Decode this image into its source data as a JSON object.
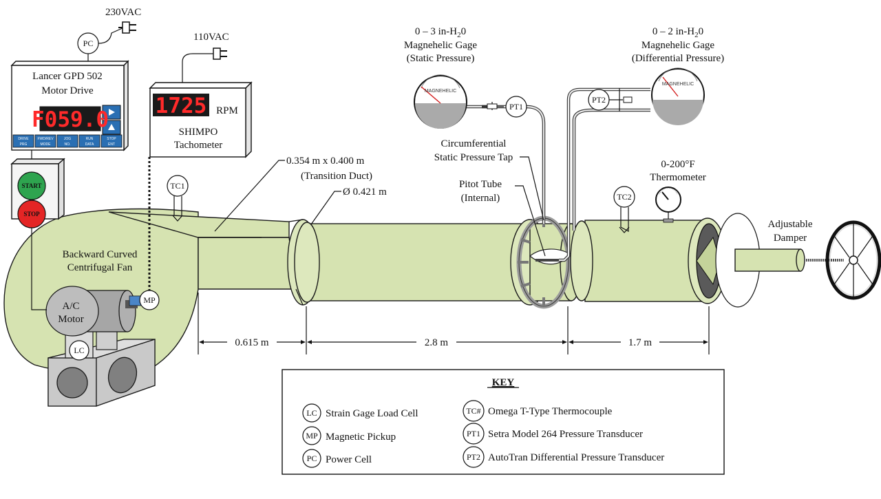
{
  "power": {
    "main_voltage": "230VAC",
    "tach_voltage": "110VAC"
  },
  "drive": {
    "title_line1": "Lancer GPD 502",
    "title_line2": "Motor Drive",
    "display": "F059.0",
    "buttons": [
      {
        "top": "DRIVE",
        "bottom": "PRG"
      },
      {
        "top": "FWD/REV",
        "bottom": "MODE"
      },
      {
        "top": "JOG",
        "bottom": "NO."
      },
      {
        "top": "RUN",
        "bottom": "DATA"
      },
      {
        "top": "STOP",
        "bottom": "ENT"
      }
    ]
  },
  "start_stop": {
    "start": "START",
    "stop": "STOP"
  },
  "tachometer": {
    "display": "1725",
    "unit": "RPM",
    "brand": "SHIMPO",
    "name": "Tachometer"
  },
  "gage_static": {
    "range": "0 – 3 in-H",
    "range_sub": "2",
    "range_end": "0",
    "name": "Magnehelic Gage",
    "purpose": "(Static Pressure)",
    "face": "MAGNEHELIC"
  },
  "gage_diff": {
    "range": "0 – 2 in-H",
    "range_sub": "2",
    "range_end": "0",
    "name": "Magnehelic Gage",
    "purpose": "(Differential Pressure)",
    "face": "MAGNEHELIC"
  },
  "labels": {
    "transition_dims": "0.354 m x 0.400 m",
    "transition_name": "(Transition Duct)",
    "diameter": "Ø 0.421 m",
    "circ_tap_line1": "Circumferential",
    "circ_tap_line2": "Static Pressure Tap",
    "pitot_line1": "Pitot Tube",
    "pitot_line2": "(Internal)",
    "thermo_line1": "0-200°F",
    "thermo_line2": "Thermometer",
    "damper_line1": "Adjustable",
    "damper_line2": "Damper",
    "fan_line1": "Backward Curved",
    "fan_line2": "Centrifugal Fan",
    "motor_line1": "A/C",
    "motor_line2": "Motor"
  },
  "sensors": {
    "pc": "PC",
    "tc1": "TC1",
    "tc2": "TC2",
    "mp": "MP",
    "lc": "LC",
    "pt1": "PT1",
    "pt2": "PT2"
  },
  "dimensions": {
    "d1": "0.615 m",
    "d2": "2.8 m",
    "d3": "1.7 m"
  },
  "key": {
    "title": "KEY",
    "items": [
      {
        "code": "LC",
        "desc": "Strain Gage Load Cell"
      },
      {
        "code": "MP",
        "desc": "Magnetic Pickup"
      },
      {
        "code": "PC",
        "desc": "Power Cell"
      },
      {
        "code": "TC#",
        "desc": "Omega T-Type Thermocouple"
      },
      {
        "code": "PT1",
        "desc": "Setra Model 264 Pressure Transducer"
      },
      {
        "code": "PT2",
        "desc": "AutoTran Differential Pressure Transducer"
      }
    ]
  }
}
